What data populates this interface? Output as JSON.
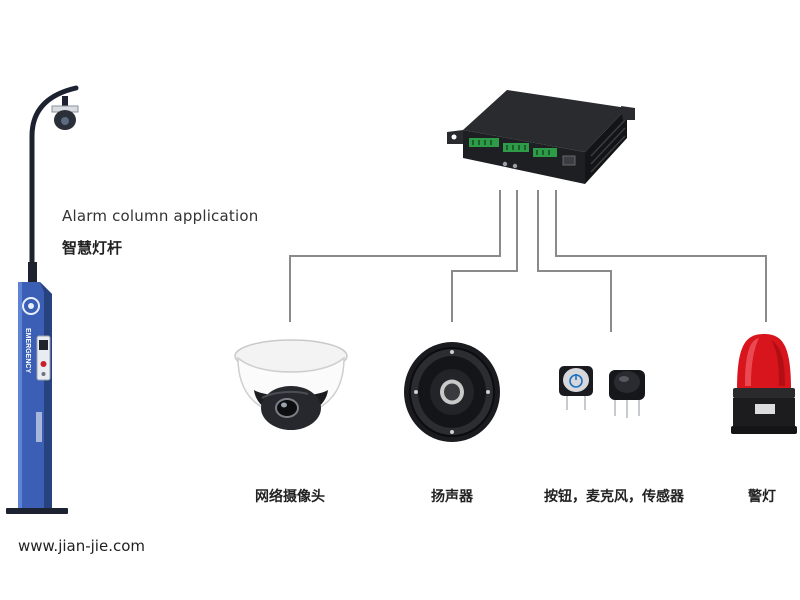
{
  "caption": {
    "english": "Alarm column application",
    "chinese": "智慧灯杆"
  },
  "website": "www.jian-jie.com",
  "pole": {
    "panel_text": "EMERGENCY"
  },
  "devices": [
    {
      "id": "camera",
      "label": "网络摄像头",
      "icon": "dome-camera-icon"
    },
    {
      "id": "speaker",
      "label": "扬声器",
      "icon": "speaker-icon"
    },
    {
      "id": "buttons",
      "label": "按钮，麦克风，传感器",
      "icon": "push-button-icon"
    },
    {
      "id": "beacon",
      "label": "警灯",
      "icon": "warning-light-icon"
    }
  ],
  "colors": {
    "wire": "#8a8a8a",
    "pole_blue": "#3b5fb5",
    "pole_dark": "#1c2230",
    "controller": "#1e1f22",
    "terminal_green": "#2e9b49",
    "beacon_red": "#d8141c"
  }
}
